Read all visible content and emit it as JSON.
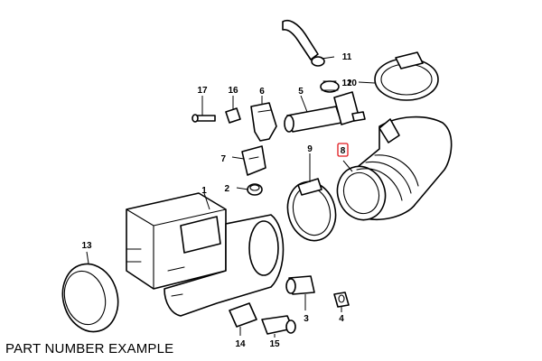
{
  "caption": "PART NUMBER EXAMPLE",
  "highlight_color": "#e0191e",
  "callouts": [
    {
      "id": "p1",
      "label": "1"
    },
    {
      "id": "p2",
      "label": "2"
    },
    {
      "id": "p3",
      "label": "3"
    },
    {
      "id": "p4",
      "label": "4"
    },
    {
      "id": "p5",
      "label": "5"
    },
    {
      "id": "p6",
      "label": "6"
    },
    {
      "id": "p7",
      "label": "7"
    },
    {
      "id": "p8",
      "label": "8",
      "highlighted": true
    },
    {
      "id": "p9",
      "label": "9"
    },
    {
      "id": "p10",
      "label": "10"
    },
    {
      "id": "p11",
      "label": "11"
    },
    {
      "id": "p12",
      "label": "12"
    },
    {
      "id": "p13",
      "label": "13"
    },
    {
      "id": "p14",
      "label": "14"
    },
    {
      "id": "p15",
      "label": "15"
    },
    {
      "id": "p16",
      "label": "16"
    },
    {
      "id": "p17",
      "label": "17"
    }
  ]
}
